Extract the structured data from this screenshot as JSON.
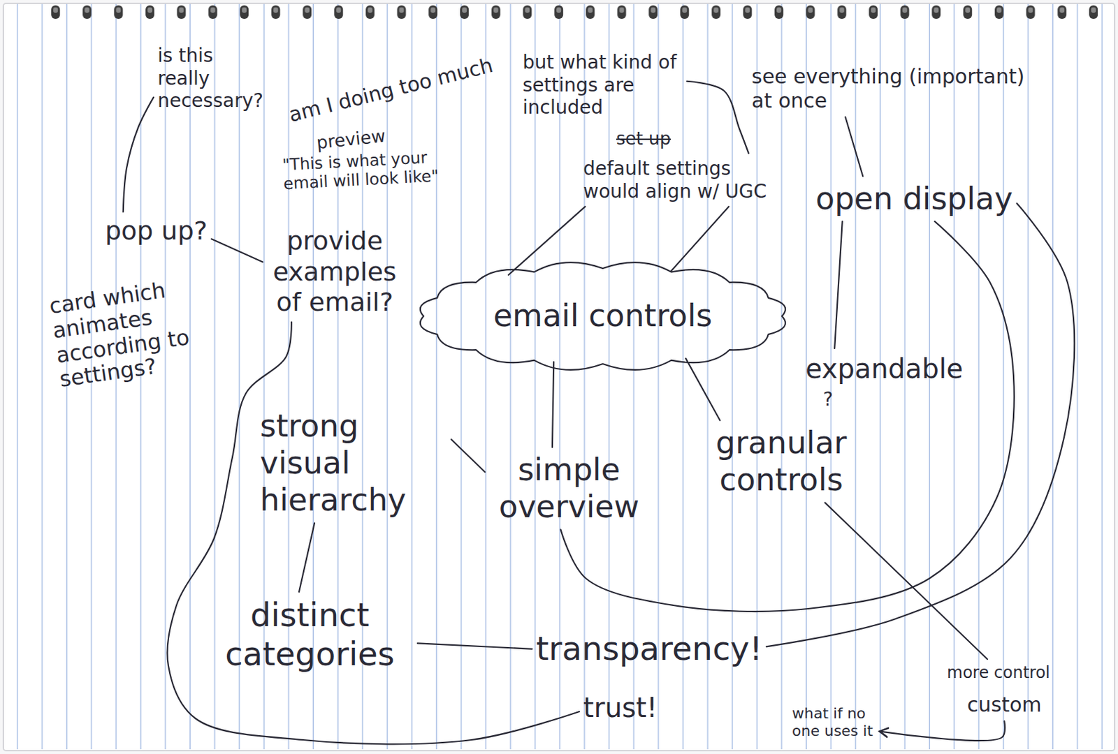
{
  "diagram": {
    "nodes": [
      {
        "text": [
          "is this really necessary?"
        ]
      },
      {
        "text": [
          "pop up?"
        ]
      },
      {
        "text": [
          "provide examples of email?"
        ]
      },
      {
        "text": [
          "but what kind of settings are included"
        ]
      },
      {
        "text": [
          "default settings would align w/ UGC"
        ]
      },
      {
        "text": [
          "see everything (important) at once"
        ]
      },
      {
        "text": [
          "open display"
        ]
      },
      {
        "text": [
          "email controls"
        ]
      },
      {
        "text": [
          "expandable"
        ]
      },
      {
        "text": [
          "strong visual hierarchy"
        ]
      },
      {
        "text": [
          "simple overview"
        ]
      },
      {
        "text": [
          "granular controls"
        ]
      },
      {
        "text": [
          "distinct categories"
        ]
      },
      {
        "text": [
          "transparency!"
        ]
      },
      {
        "text": [
          "trust!"
        ]
      },
      {
        "text": [
          "more control"
        ]
      },
      {
        "text": [
          "custom"
        ]
      },
      {
        "text": [
          "what if no one uses it"
        ]
      }
    ],
    "edges": [
      {
        "from": 1,
        "to": 0,
        "arrow": "none"
      },
      {
        "from": 1,
        "to": 2,
        "arrow": "none"
      },
      {
        "from": 2,
        "to": 14,
        "arrow": "none"
      },
      {
        "from": 3,
        "to": 4,
        "arrow": "none"
      },
      {
        "from": 7,
        "to": 4,
        "arrow": "none"
      },
      {
        "from": 7,
        "to": 4,
        "arrow": "none"
      },
      {
        "from": 5,
        "to": 6,
        "arrow": "none"
      },
      {
        "from": 6,
        "to": 8,
        "arrow": "none"
      },
      {
        "from": 6,
        "to": 13,
        "arrow": "none"
      },
      {
        "from": 10,
        "to": 6,
        "arrow": "none"
      },
      {
        "from": 7,
        "to": 10,
        "arrow": "none"
      },
      {
        "from": 7,
        "to": 11,
        "arrow": "none"
      },
      {
        "from": 9,
        "to": 10,
        "arrow": "none"
      },
      {
        "from": 9,
        "to": 12,
        "arrow": "none"
      },
      {
        "from": 12,
        "to": 13,
        "arrow": "none"
      },
      {
        "from": 11,
        "to": 15,
        "arrow": "none"
      },
      {
        "from": 16,
        "to": 17,
        "arrow": "to"
      }
    ],
    "labels": [
      "am I doing too much",
      "preview",
      "\"This is what your email will look like\"",
      "card which animates according to settings?",
      "set up",
      "?"
    ]
  }
}
